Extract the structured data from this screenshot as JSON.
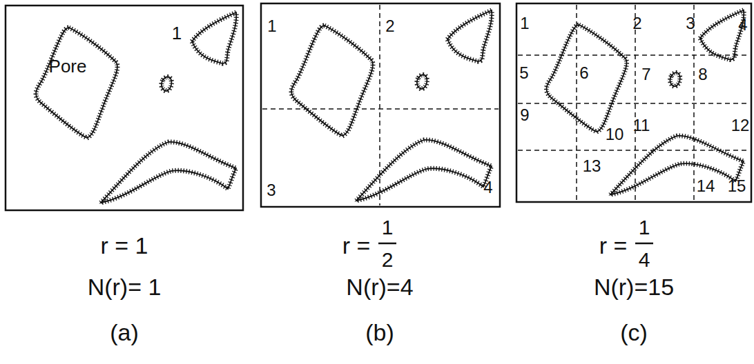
{
  "diagram": {
    "labels": [
      "Pore",
      "1",
      "r = 1",
      "N(r)= 1",
      "(a)",
      "1",
      "2",
      "3",
      "4",
      "r =",
      "1",
      "2",
      "N(r)=4",
      "(b)",
      "1",
      "2",
      "3",
      "4",
      "5",
      "6",
      "7",
      "8",
      "9",
      "10",
      "11",
      "12",
      "13",
      "14",
      "15",
      "r =",
      "1",
      "4",
      "N(r)=15",
      "(c)"
    ]
  }
}
